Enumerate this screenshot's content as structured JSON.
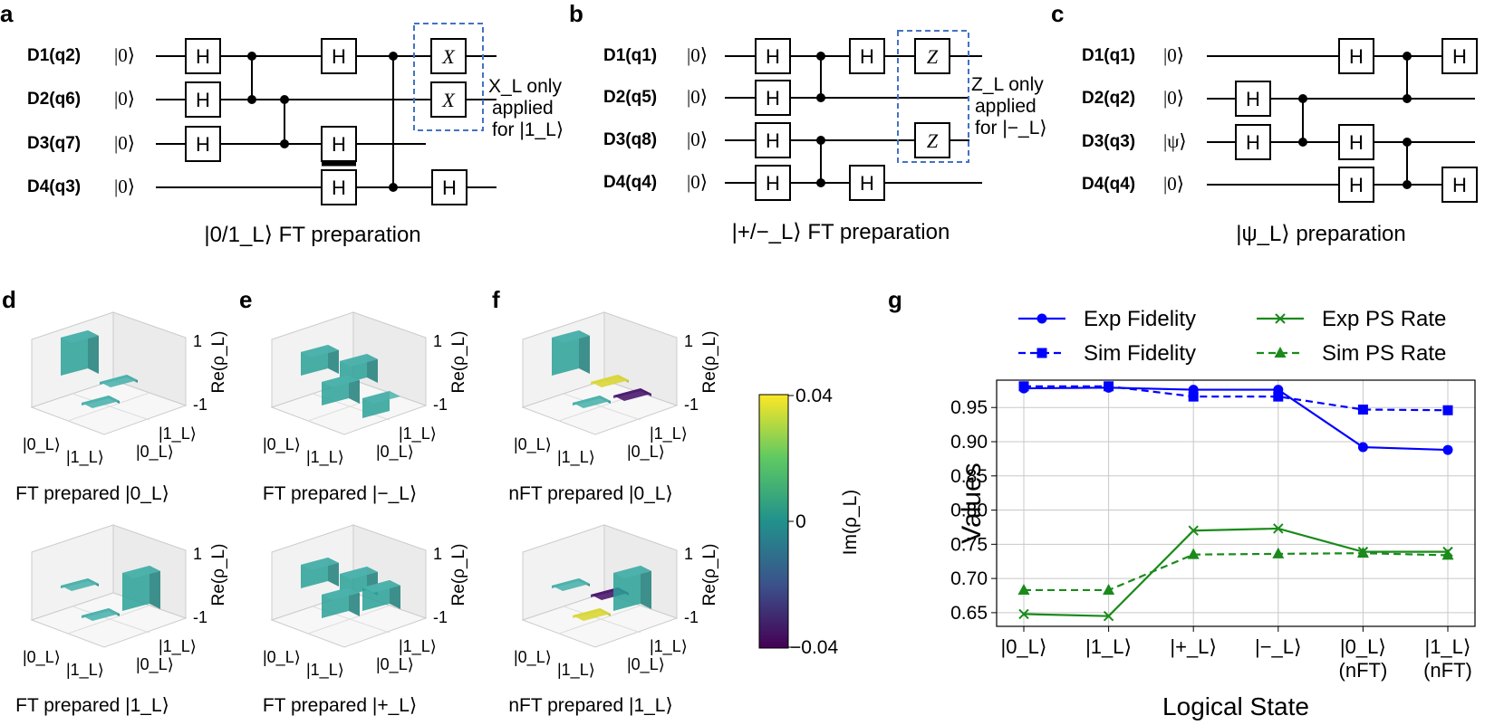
{
  "panels": {
    "a": {
      "label": "a",
      "qubits": [
        "D1(q2)",
        "D2(q6)",
        "D3(q7)",
        "D4(q3)"
      ],
      "init": [
        "|0⟩",
        "|0⟩",
        "|0⟩",
        "|0⟩"
      ],
      "gate_h": "H",
      "gate_x": "X",
      "note": [
        "X_L only",
        "applied",
        "for |1_L⟩"
      ],
      "caption": "|0/1_L⟩ FT preparation"
    },
    "b": {
      "label": "b",
      "qubits": [
        "D1(q1)",
        "D2(q5)",
        "D3(q8)",
        "D4(q4)"
      ],
      "init": [
        "|0⟩",
        "|0⟩",
        "|0⟩",
        "|0⟩"
      ],
      "gate_h": "H",
      "gate_z": "Z",
      "note": [
        "Z_L only",
        "applied",
        "for |−_L⟩"
      ],
      "caption": "|+/−_L⟩ FT preparation"
    },
    "c": {
      "label": "c",
      "qubits": [
        "D1(q1)",
        "D2(q2)",
        "D3(q3)",
        "D4(q4)"
      ],
      "init": [
        "|0⟩",
        "|0⟩",
        "|ψ⟩",
        "|0⟩"
      ],
      "gate_h": "H",
      "caption": "|ψ_L⟩ preparation"
    },
    "d": {
      "label": "d",
      "captions": [
        "FT prepared |0_L⟩",
        "FT prepared |1_L⟩"
      ]
    },
    "e": {
      "label": "e",
      "captions": [
        "FT prepared |−_L⟩",
        "FT prepared |+_L⟩"
      ]
    },
    "f": {
      "label": "f",
      "captions": [
        "nFT prepared |0_L⟩",
        "nFT prepared |1_L⟩"
      ]
    },
    "g": {
      "label": "g"
    }
  },
  "density": {
    "zlabel": "Re(ρ_L)",
    "z_ticks": [
      "1",
      "-1"
    ],
    "basis": [
      "|0_L⟩",
      "|1_L⟩"
    ],
    "colorbar": {
      "label": "Im(ρ_L)",
      "ticks": [
        "0.04",
        "0",
        "−0.04"
      ],
      "colors": [
        "#fde725",
        "#21918c",
        "#440154"
      ]
    }
  },
  "chart_data": {
    "type": "line",
    "categories": [
      "|0_L⟩",
      "|1_L⟩",
      "|+_L⟩",
      "|−_L⟩",
      "|0_L⟩ (nFT)",
      "|1_L⟩ (nFT)"
    ],
    "xlabel": "Logical State",
    "ylabel": "Values",
    "ylim": [
      0.63,
      0.99
    ],
    "yticks": [
      "0.65",
      "0.70",
      "0.75",
      "0.80",
      "0.85",
      "0.90",
      "0.95"
    ],
    "grid": true,
    "legend": "top",
    "series": [
      {
        "name": "Exp Fidelity",
        "color": "#0000ff",
        "style": "solid",
        "marker": "circle",
        "values": [
          0.978,
          0.979,
          0.976,
          0.976,
          0.892,
          0.888
        ]
      },
      {
        "name": "Sim Fidelity",
        "color": "#0000ff",
        "style": "dashed",
        "marker": "square",
        "values": [
          0.981,
          0.981,
          0.966,
          0.966,
          0.947,
          0.946
        ]
      },
      {
        "name": "Exp PS Rate",
        "color": "#1a8a1a",
        "style": "solid",
        "marker": "x",
        "values": [
          0.648,
          0.645,
          0.77,
          0.773,
          0.739,
          0.739
        ]
      },
      {
        "name": "Sim PS Rate",
        "color": "#1a8a1a",
        "style": "dashed",
        "marker": "triangle",
        "values": [
          0.683,
          0.683,
          0.735,
          0.736,
          0.737,
          0.734
        ]
      }
    ]
  }
}
